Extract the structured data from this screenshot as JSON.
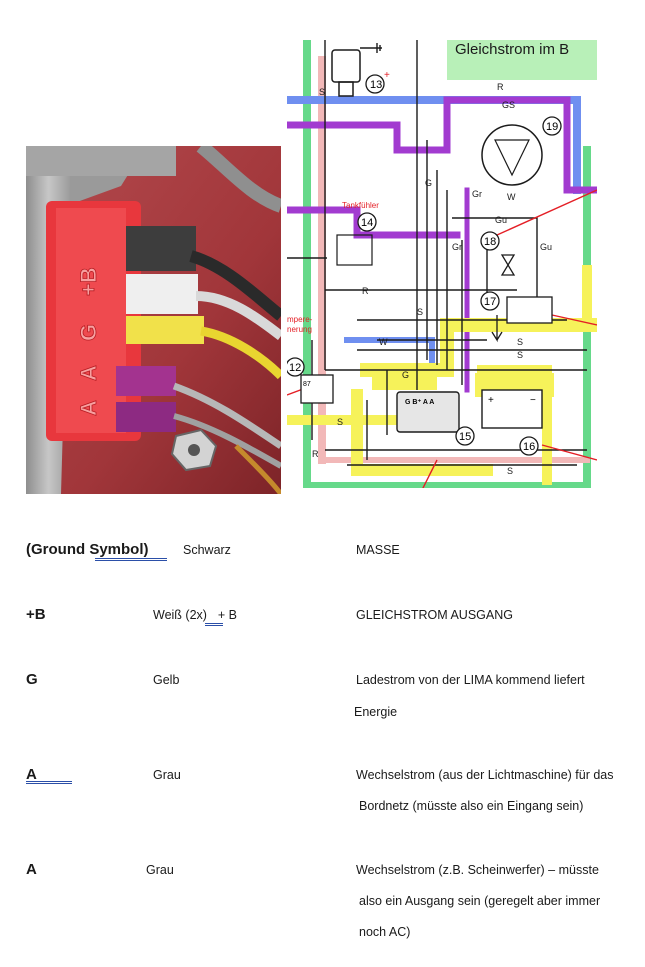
{
  "photo": {
    "connector_labels": [
      "A",
      "A",
      "G",
      "+B"
    ]
  },
  "diagram": {
    "title": "Gleichstrom im B",
    "component_numbers": [
      "13",
      "19",
      "14",
      "18",
      "17",
      "12",
      "15",
      "16"
    ],
    "tank_label": "Tankfühler",
    "temp_label_1": "mpere-",
    "temp_label_2": "nerung",
    "wire_letters": {
      "r": "R",
      "gs": "GS",
      "s": "S",
      "g": "G",
      "gr": "Gr",
      "gu": "Gu",
      "w": "W",
      "plus": "+",
      "relay_87": "87",
      "ctrl": "G B⁺ A  A",
      "unit16_plus": "+",
      "unit16_minus": "−"
    },
    "colors": {
      "yellow": "#f6f25a",
      "purple": "#a23bd0",
      "blue": "#6f8ff0",
      "green": "#66d98a",
      "red": "#e41f26",
      "black": "#1b1b1b",
      "title_bg": "#b8f0b8"
    }
  },
  "rows": [
    {
      "label": "(Ground Symbol)",
      "color": "Schwarz",
      "note": "",
      "desc_lines": [
        "MASSE"
      ]
    },
    {
      "label": "+B",
      "color": "Weiß (2x)",
      "note": "+ B",
      "desc_lines": [
        "GLEICHSTROM AUSGANG"
      ]
    },
    {
      "label": "G",
      "color": "Gelb",
      "note": "",
      "desc_lines": [
        "Ladestrom von der LIMA kommend liefert",
        "Energie"
      ]
    },
    {
      "label": "A",
      "color": "Grau",
      "note": "",
      "desc_lines": [
        "Wechselstrom (aus der Lichtmaschine) für das",
        "Bordnetz (müsste also ein Eingang sein)"
      ]
    },
    {
      "label": "A",
      "color": "Grau",
      "note": "",
      "desc_lines": [
        "Wechselstrom (z.B. Scheinwerfer) – müsste",
        "also ein Ausgang sein (geregelt aber immer",
        "noch AC)"
      ]
    }
  ]
}
